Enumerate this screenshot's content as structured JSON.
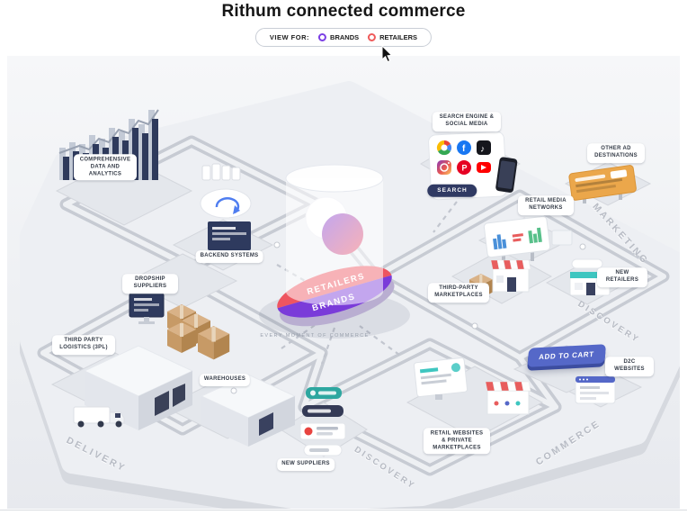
{
  "page": {
    "title": "Rithum connected commerce",
    "view_for_label": "VIEW FOR:"
  },
  "toggle": {
    "options": [
      {
        "label": "BRANDS",
        "color": "#7B3FE4"
      },
      {
        "label": "RETAILERS",
        "color": "#EF5B5B"
      }
    ]
  },
  "center": {
    "retailers": "RETAILERS",
    "brands": "BRANDS",
    "caption": "EVERY MOMENT OF COMMERCE"
  },
  "nodes": {
    "analytics": "COMPREHENSIVE DATA AND ANALYTICS",
    "backend": "BACKEND SYSTEMS",
    "search_social": "SEARCH ENGINE & SOCIAL MEDIA",
    "search": "SEARCH",
    "other_ad": "OTHER AD DESTINATIONS",
    "retail_media": "RETAIL MEDIA NETWORKS",
    "dropship": "DROPSHIP SUPPLIERS",
    "third_party_logistics": "THIRD PARTY LOGISTICS (3PL)",
    "warehouses": "WAREHOUSES",
    "third_party_marketplaces": "THIRD-PARTY MARKETPLACES",
    "new_retailers": "NEW RETAILERS",
    "add_to_cart": "ADD TO CART",
    "d2c_websites": "D2C WEBSITES",
    "retail_websites": "RETAIL WEBSITES & PRIVATE MARKETPLACES",
    "new_suppliers": "NEW SUPPLIERS"
  },
  "edges": {
    "marketing": "MARKETING",
    "discovery_right": "DISCOVERY",
    "delivery": "DELIVERY",
    "discovery_bottom": "DISCOVERY",
    "commerce": "COMMERCE"
  },
  "icons": {
    "social": [
      "google-icon",
      "facebook-icon",
      "tiktok-icon",
      "instagram-icon",
      "pinterest-icon",
      "youtube-icon"
    ],
    "glyphs": {
      "facebook": "f",
      "pinterest": "P",
      "tiktok": "♪"
    }
  },
  "colors": {
    "brand_purple": "#7A3BD9",
    "brand_coral": "#EF5560",
    "button_blue": "#5568C8",
    "teal": "#3EC6C0"
  }
}
